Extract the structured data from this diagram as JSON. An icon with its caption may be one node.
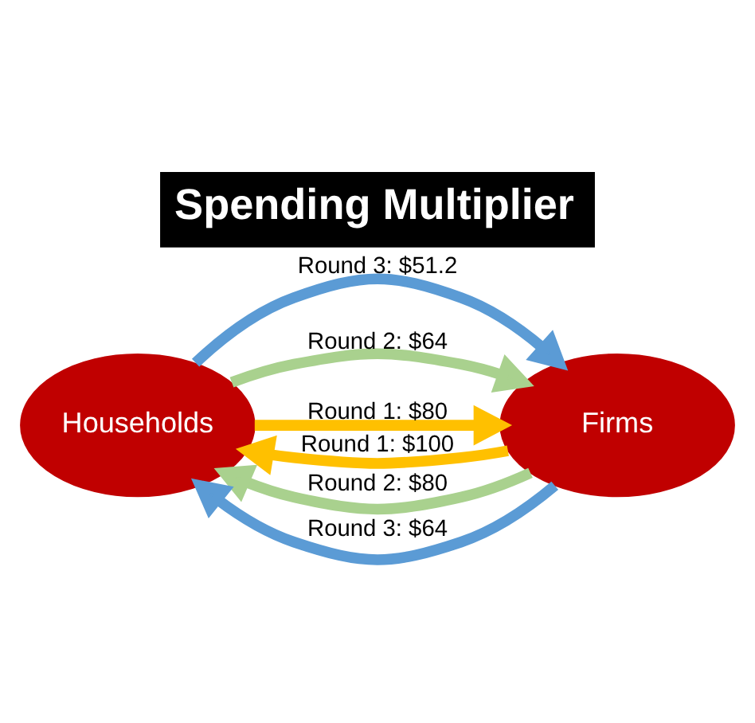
{
  "diagram": {
    "title": "Spending Multiplier",
    "nodes": [
      {
        "text": [
          "Households"
        ]
      },
      {
        "text": [
          "Firms"
        ]
      }
    ],
    "edges": [
      {
        "from": 0,
        "to": 1,
        "arrow": "to",
        "label": "Round 3: $51.2",
        "color": "#5b9bd5"
      },
      {
        "from": 0,
        "to": 1,
        "arrow": "to",
        "label": "Round 2: $64",
        "color": "#a9d18e"
      },
      {
        "from": 0,
        "to": 1,
        "arrow": "to",
        "label": "Round 1: $80",
        "color": "#ffc000"
      },
      {
        "from": 1,
        "to": 0,
        "arrow": "to",
        "label": "Round 1: $100",
        "color": "#ffc000"
      },
      {
        "from": 1,
        "to": 0,
        "arrow": "to",
        "label": "Round 2: $80",
        "color": "#a9d18e"
      },
      {
        "from": 1,
        "to": 0,
        "arrow": "to",
        "label": "Round 3: $64",
        "color": "#5b9bd5"
      }
    ]
  }
}
